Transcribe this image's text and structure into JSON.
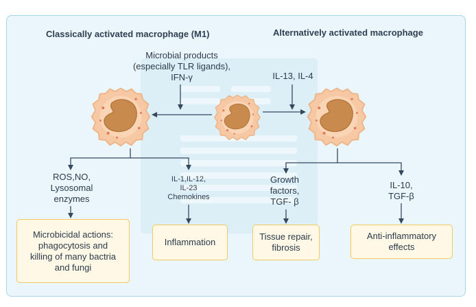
{
  "titles": {
    "m1": "Classically activated macrophage (M1)",
    "m2": "Alternatively activated macrophage"
  },
  "inputs": {
    "m1_stimulus": [
      "Microbial products",
      "(especially TLR ligands),",
      "IFN-γ"
    ],
    "m2_stimulus": "IL-13, IL-4"
  },
  "m1_outputs": {
    "left": [
      "ROS,NO,",
      "Lysosomal",
      "enzymes"
    ],
    "right": [
      "IL-1,IL-12,",
      "IL-23",
      "Chemokines"
    ]
  },
  "m2_outputs": {
    "left": [
      "Growth",
      "factors,",
      "TGF- β"
    ],
    "right": [
      "IL-10,",
      "TGF-β"
    ]
  },
  "effects": {
    "microbicidal": [
      "Microbicidal actions:",
      "phagocytosis and",
      "killing of many bactria",
      "and fungi"
    ],
    "inflammation": "Inflammation",
    "tissue_repair": [
      "Tissue repair,",
      "fibrosis"
    ],
    "anti_inflammatory": [
      "Anti-inflammatory",
      "effects"
    ]
  },
  "colors": {
    "panel_bg": "#eaf6fb",
    "panel_border": "#a6d6e8",
    "box_bg": "#fff8e6",
    "box_border": "#f2c95f",
    "arrow": "#34495e",
    "cell_outer": "#f6c8a4",
    "cell_nucleus": "#c98a4e"
  }
}
